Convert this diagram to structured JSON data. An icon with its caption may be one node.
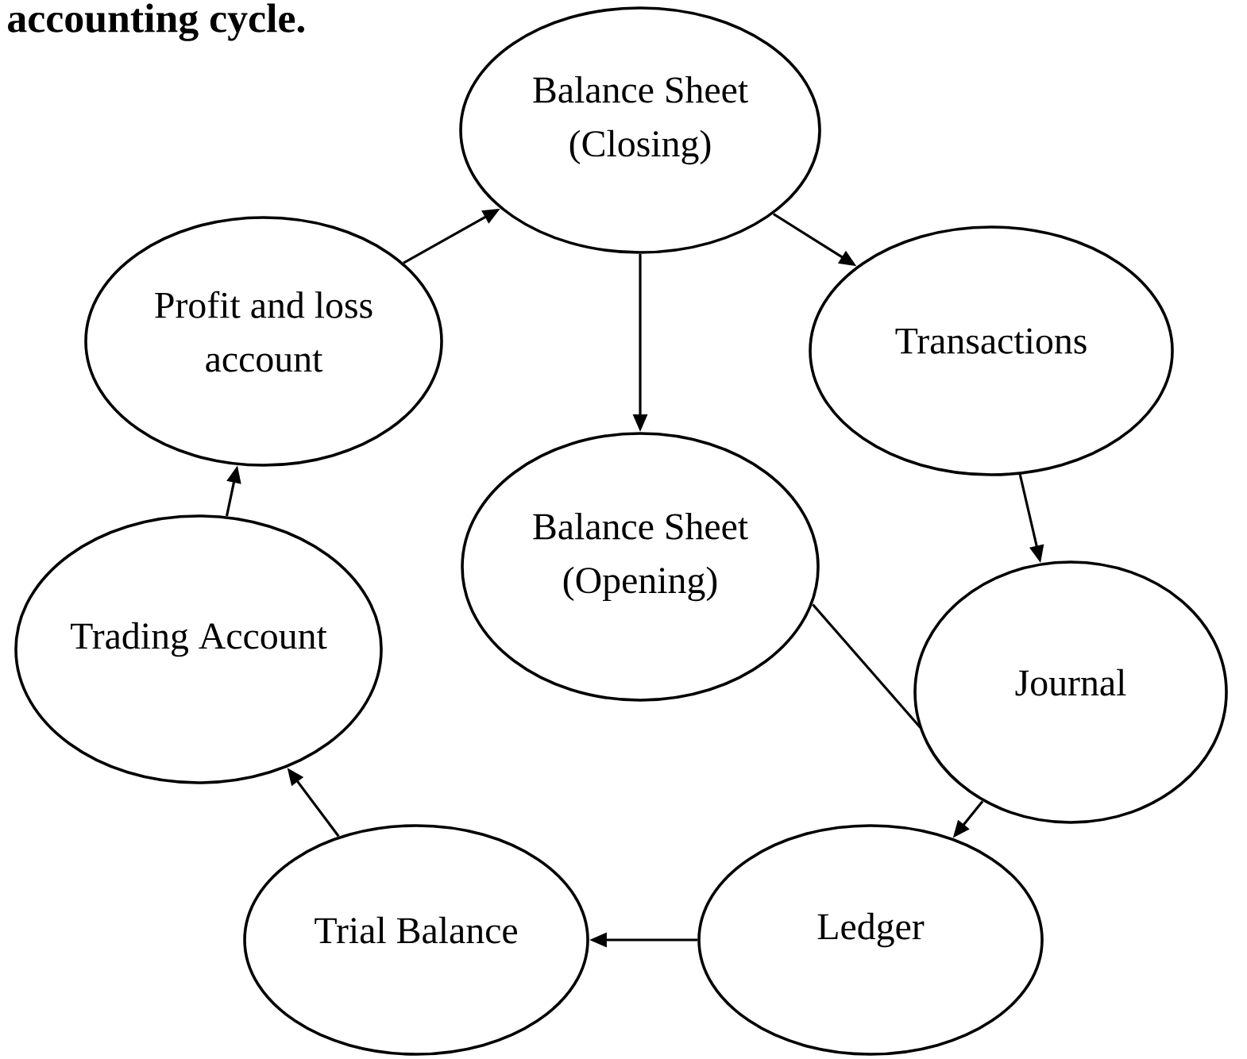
{
  "diagram": {
    "title": "accounting cycle.",
    "nodes": [
      {
        "text": [
          "Balance Sheet (Closing)"
        ]
      },
      {
        "text": [
          "Transactions"
        ]
      },
      {
        "text": [
          "Journal"
        ]
      },
      {
        "text": [
          "Ledger"
        ]
      },
      {
        "text": [
          "Trial Balance"
        ]
      },
      {
        "text": [
          "Trading Account"
        ]
      },
      {
        "text": [
          "Profit and loss account"
        ]
      },
      {
        "text": [
          "Balance Sheet (Opening)"
        ]
      }
    ],
    "edges": [
      {
        "from": 0,
        "to": 1,
        "arrow": "to"
      },
      {
        "from": 1,
        "to": 2,
        "arrow": "to"
      },
      {
        "from": 2,
        "to": 3,
        "arrow": "to"
      },
      {
        "from": 3,
        "to": 4,
        "arrow": "to"
      },
      {
        "from": 4,
        "to": 5,
        "arrow": "to"
      },
      {
        "from": 5,
        "to": 6,
        "arrow": "to"
      },
      {
        "from": 6,
        "to": 0,
        "arrow": "to"
      },
      {
        "from": 0,
        "to": 7,
        "arrow": "to"
      },
      {
        "from": 7,
        "to": 2,
        "arrow": "none"
      }
    ]
  }
}
